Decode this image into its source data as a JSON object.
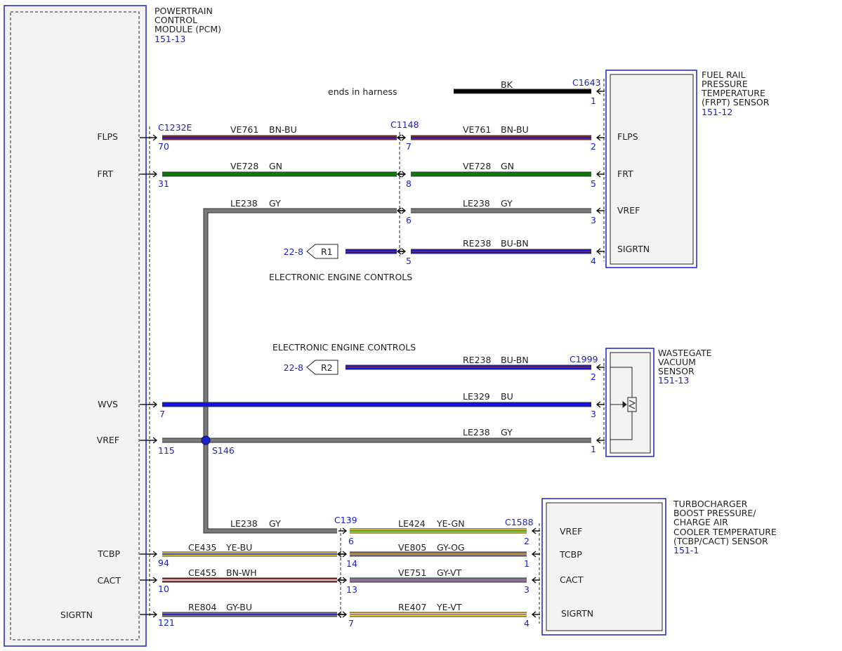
{
  "components": {
    "pcm": {
      "title": [
        "POWERTRAIN",
        "CONTROL",
        "MODULE (PCM)"
      ],
      "ref": "151-13"
    },
    "frpt": {
      "title": [
        "FUEL RAIL",
        "PRESSURE",
        "TEMPERATURE",
        "(FRPT) SENSOR"
      ],
      "ref": "151-12"
    },
    "wvs": {
      "title": [
        "WASTEGATE",
        "VACUUM",
        "SENSOR"
      ],
      "ref": "151-13"
    },
    "tcbp": {
      "title": [
        "TURBOCHARGER",
        "BOOST PRESSURE/",
        "CHARGE AIR",
        "COOLER TEMPERATURE",
        "(TCBP/CACT) SENSOR"
      ],
      "ref": "151-1"
    }
  },
  "pcm_pins": [
    "FLPS",
    "FRT",
    "WVS",
    "VREF",
    "TCBP",
    "CACT",
    "SIGRTN"
  ],
  "frpt_pins": [
    "FLPS",
    "FRT",
    "VREF",
    "SIGRTN"
  ],
  "tcbp_pins": [
    "VREF",
    "TCBP",
    "CACT",
    "SIGRTN"
  ],
  "connectors": {
    "c1232e": "C1232E",
    "c1148": "C1148",
    "c1643": "C1643",
    "c1999": "C1999",
    "c139": "C139",
    "c1588": "C1588"
  },
  "splice": "S146",
  "notes": {
    "ends_in_harness": "ends in harness",
    "eec1": "ELECTRONIC ENGINE CONTROLS",
    "eec2": "ELECTRONIC ENGINE CONTROLS"
  },
  "refs": [
    {
      "page": "22-8",
      "tag": "R1"
    },
    {
      "page": "22-8",
      "tag": "R2"
    }
  ],
  "wires": [
    {
      "circuit": "",
      "color": "BK"
    },
    {
      "circuit": "VE761",
      "color": "BN-BU"
    },
    {
      "circuit": "VE761",
      "color": "BN-BU"
    },
    {
      "circuit": "VE728",
      "color": "GN"
    },
    {
      "circuit": "VE728",
      "color": "GN"
    },
    {
      "circuit": "LE238",
      "color": "GY"
    },
    {
      "circuit": "LE238",
      "color": "GY"
    },
    {
      "circuit": "RE238",
      "color": "BU-BN"
    },
    {
      "circuit": "RE238",
      "color": "BU-BN"
    },
    {
      "circuit": "LE329",
      "color": "BU"
    },
    {
      "circuit": "LE238",
      "color": "GY"
    },
    {
      "circuit": "LE238",
      "color": "GY"
    },
    {
      "circuit": "LE424",
      "color": "YE-GN"
    },
    {
      "circuit": "CE435",
      "color": "YE-BU"
    },
    {
      "circuit": "VE805",
      "color": "GY-OG"
    },
    {
      "circuit": "CE455",
      "color": "BN-WH"
    },
    {
      "circuit": "VE751",
      "color": "GY-VT"
    },
    {
      "circuit": "RE804",
      "color": "GY-BU"
    },
    {
      "circuit": "RE407",
      "color": "YE-VT"
    }
  ],
  "pins": {
    "p70": "70",
    "p31": "31",
    "p7a": "7",
    "p115": "115",
    "p94": "94",
    "p10": "10",
    "p121": "121",
    "c1148_7": "7",
    "c1148_8": "8",
    "c1148_6": "6",
    "c1148_5": "5",
    "frpt_1": "1",
    "frpt_2": "2",
    "frpt_5": "5",
    "frpt_3": "3",
    "frpt_4": "4",
    "wvs_2": "2",
    "wvs_3": "3",
    "wvs_1": "1",
    "c139_6": "6",
    "c139_14": "14",
    "c139_13": "13",
    "c139_7": "7",
    "tcbp_2": "2",
    "tcbp_1": "1",
    "tcbp_3": "3",
    "tcbp_4": "4"
  },
  "colors": {
    "BK": "#000000",
    "BN": "#8b2a2a",
    "BU": "#1212e0",
    "GN": "#0c7a0c",
    "GY": "#7a7a7a",
    "YE": "#f0e030",
    "OG": "#e08a30",
    "VT": "#a060c0",
    "WH": "#ffffff",
    "outline": "#1a22c8"
  }
}
